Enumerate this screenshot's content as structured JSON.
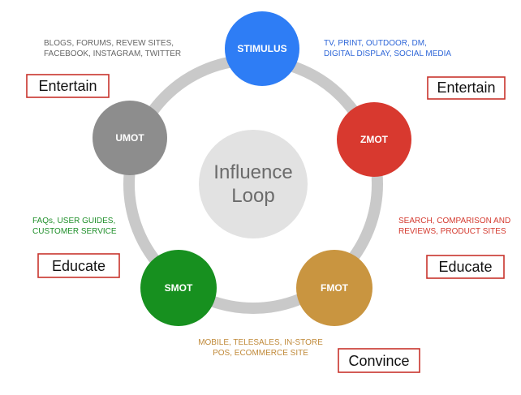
{
  "diagram": {
    "center": {
      "line1": "Influence",
      "line2": "Loop"
    },
    "nodes": {
      "stimulus": {
        "label": "STIMULUS",
        "color": "#2e7df5"
      },
      "zmot": {
        "label": "ZMOT",
        "color": "#d8392f"
      },
      "fmot": {
        "label": "FMOT",
        "color": "#c99540"
      },
      "smot": {
        "label": "SMOT",
        "color": "#17901f"
      },
      "umot": {
        "label": "UMOT",
        "color": "#8d8d8d"
      }
    },
    "notes": {
      "stimulus": {
        "line1": "TV, PRINT, OUTDOOR, DM,",
        "line2": "DIGITAL DISPLAY, SOCIAL MEDIA",
        "color": "#2f67d8"
      },
      "zmot": {
        "line1": "SEARCH, COMPARISON AND",
        "line2": "REVIEWS, PRODUCT SITES",
        "color": "#d43a2f"
      },
      "fmot": {
        "line1": "MOBILE, TELESALES,  IN-STORE",
        "line2": "POS, ECOMMERCE SITE",
        "color": "#c08a3a"
      },
      "smot": {
        "line1": "FAQs, USER GUIDES,",
        "line2": "CUSTOMER SERVICE",
        "color": "#1f8f2a"
      },
      "umot": {
        "line1": "BLOGS, FORUMS, REVEW SITES,",
        "line2": "FACEBOOK, INSTAGRAM, TWITTER",
        "color": "#666666"
      }
    },
    "tags": {
      "umot": "Entertain",
      "zmot": "Entertain",
      "smot": "Educate",
      "fmot": "Educate",
      "convince": "Convince"
    },
    "ring_color": "#c9c9c9",
    "center_color": "#e2e2e2",
    "tag_border_color": "#c8342c"
  }
}
